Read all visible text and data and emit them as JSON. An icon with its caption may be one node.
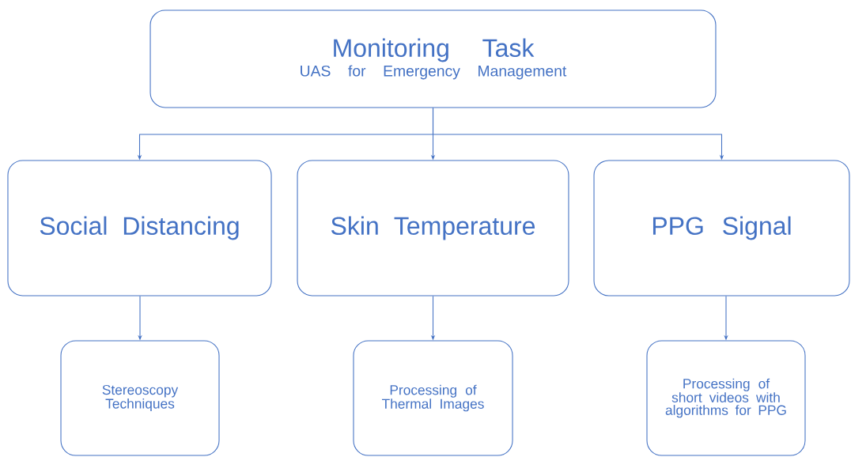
{
  "diagram": {
    "nodes": [
      {
        "text": [
          "Monitoring Task",
          "UAS for Emergency Management"
        ]
      },
      {
        "text": [
          "Social Distancing"
        ]
      },
      {
        "text": [
          "Skin Temperature"
        ]
      },
      {
        "text": [
          "PPG Signal"
        ]
      },
      {
        "text": [
          "Stereoscopy Techniques"
        ]
      },
      {
        "text": [
          "Processing of Thermal Images"
        ]
      },
      {
        "text": [
          "Processing of short videos with algorithms for PPG"
        ]
      }
    ],
    "edges": [
      {
        "from": 0,
        "to": 1,
        "arrow": "to"
      },
      {
        "from": 0,
        "to": 2,
        "arrow": "to"
      },
      {
        "from": 0,
        "to": 3,
        "arrow": "to"
      },
      {
        "from": 1,
        "to": 4,
        "arrow": "to"
      },
      {
        "from": 2,
        "to": 5,
        "arrow": "to"
      },
      {
        "from": 3,
        "to": 6,
        "arrow": "to"
      }
    ]
  }
}
